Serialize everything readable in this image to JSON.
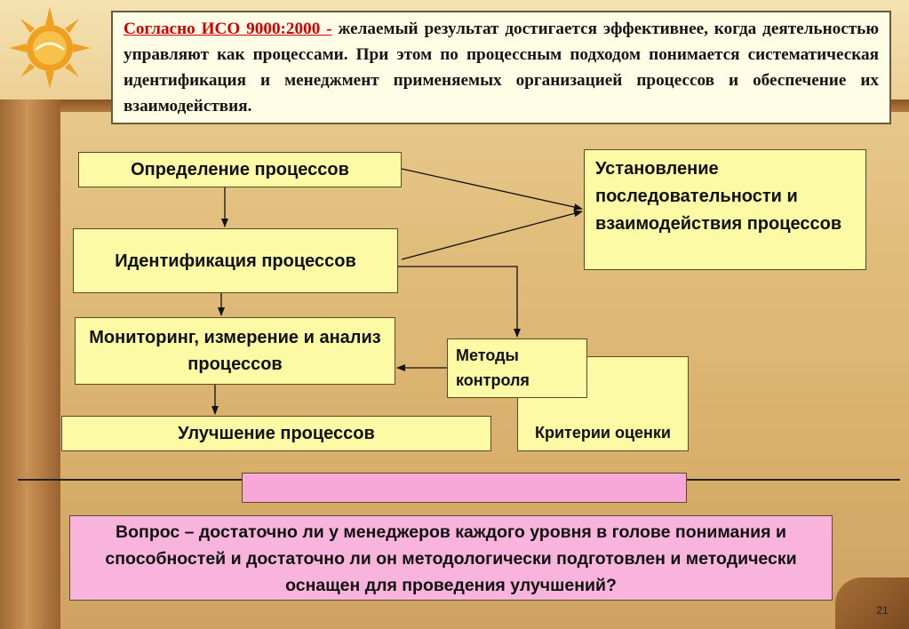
{
  "quote": {
    "lead": "Согласно ИСО 9000:2000 -",
    "text": " желаемый результат достигается эффективнее, когда деятельностью управляют как процессами. При этом по процессным подходом понимается систематическая идентификация и менеджмент применяемых организацией процессов и обеспечение их взаимодействия."
  },
  "boxes": {
    "define": "Определение процессов",
    "identify": "Идентификация процессов",
    "monitor": "Мониторинг, измерение и анализ процессов",
    "improve": "Улучшение  процессов",
    "sequence": "Установление последовательности и взаимодействия процессов",
    "methods": "Методы контроля",
    "criteria": "Критерии оценки"
  },
  "question": "Вопрос – достаточно ли у менеджеров каждого уровня в голове понимания и способностей и достаточно ли он методологически подготовлен и методически оснащен для проведения улучшений?",
  "page_number": "21",
  "logo_icon": "sun-logo-icon",
  "colors": {
    "box_fill": "#fcfaa4",
    "question_fill": "#f8b4dc",
    "lead_text": "#d40000"
  }
}
